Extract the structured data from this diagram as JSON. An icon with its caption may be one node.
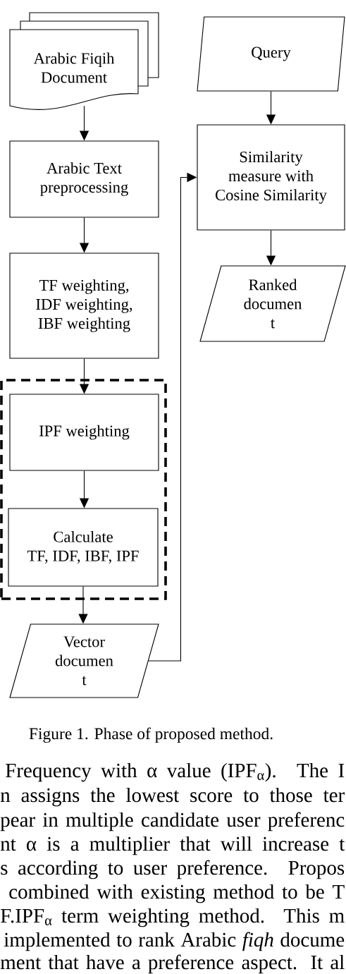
{
  "diagram": {
    "caption": "Figure 1. Phase of proposed method.",
    "nodes": [
      {
        "text": [
          "Arabic Fiqih Document"
        ]
      },
      {
        "text": [
          "Arabic Text preprocessing"
        ]
      },
      {
        "text": [
          "TF weighting, IDF weighting, IBF weighting"
        ]
      },
      {
        "text": [],
        "shape": "box"
      },
      {
        "text": [
          "IPF weighting"
        ],
        "in": 3
      },
      {
        "text": [
          "Calculate TF, IDF, IBF, IPF"
        ],
        "in": 3
      },
      {
        "text": [
          "Vector documen t"
        ]
      },
      {
        "text": [
          "Query"
        ]
      },
      {
        "text": [
          "Similarity measure with Cosine Similarity"
        ]
      },
      {
        "text": [
          "Ranked documen t"
        ]
      }
    ],
    "edges": [
      {
        "from": 0,
        "to": 1,
        "arrow": "to"
      },
      {
        "from": 1,
        "to": 2,
        "arrow": "to"
      },
      {
        "from": 2,
        "to": 4,
        "arrow": "to"
      },
      {
        "from": 4,
        "to": 5,
        "arrow": "to"
      },
      {
        "from": 5,
        "to": 6,
        "arrow": "to"
      },
      {
        "from": 6,
        "to": 8,
        "arrow": "to"
      },
      {
        "from": 7,
        "to": 8,
        "arrow": "to"
      },
      {
        "from": 8,
        "to": 9,
        "arrow": "to"
      }
    ],
    "labels": [
      "Frequency with α value (IPF$_{α}$). The I",
      "n assigns the lowest score to those ter",
      "pear in multiple candidate user preferenc",
      "nt α is a multiplier that will increase t",
      "s according to user preference. Propos",
      "combined with existing method to be T",
      "F.IPF$_{α}$ term weighting method. This m",
      "implemented to rank Arabic *fiqh* docume",
      "ment that have a preference aspect. It al"
    ]
  }
}
